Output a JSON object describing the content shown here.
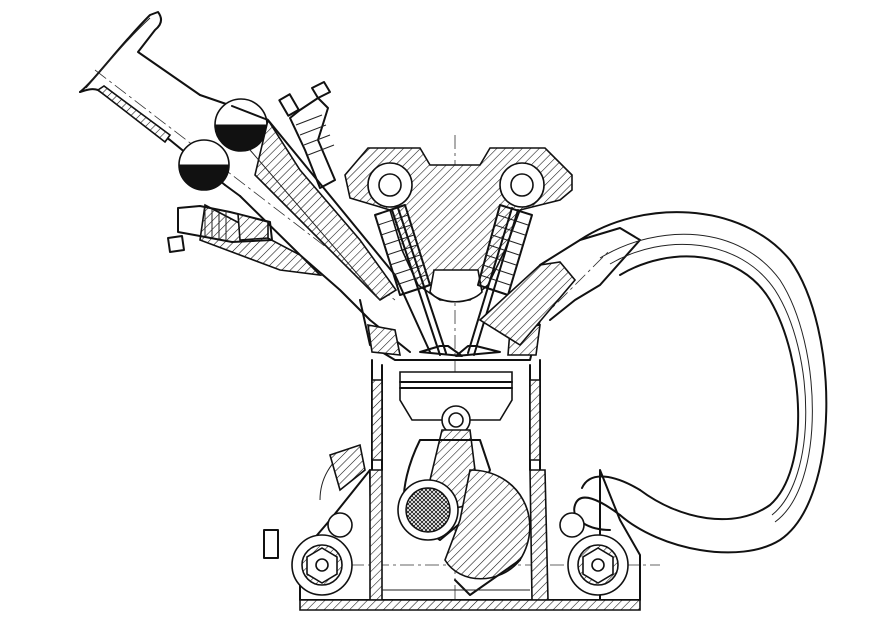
{
  "drawing": {
    "subject": "engine-cross-section",
    "style": "black line art on white",
    "colors": {
      "line": "#111111",
      "background": "#ffffff"
    },
    "components": [
      "intake-trumpet",
      "throttle-butterflies",
      "fuel-injectors",
      "intake-port",
      "camshafts",
      "valve-springs",
      "valves",
      "cylinder-head",
      "exhaust-port",
      "exhaust-pipe",
      "piston",
      "connecting-rod",
      "crankshaft",
      "crankcase",
      "balance-shafts"
    ]
  }
}
